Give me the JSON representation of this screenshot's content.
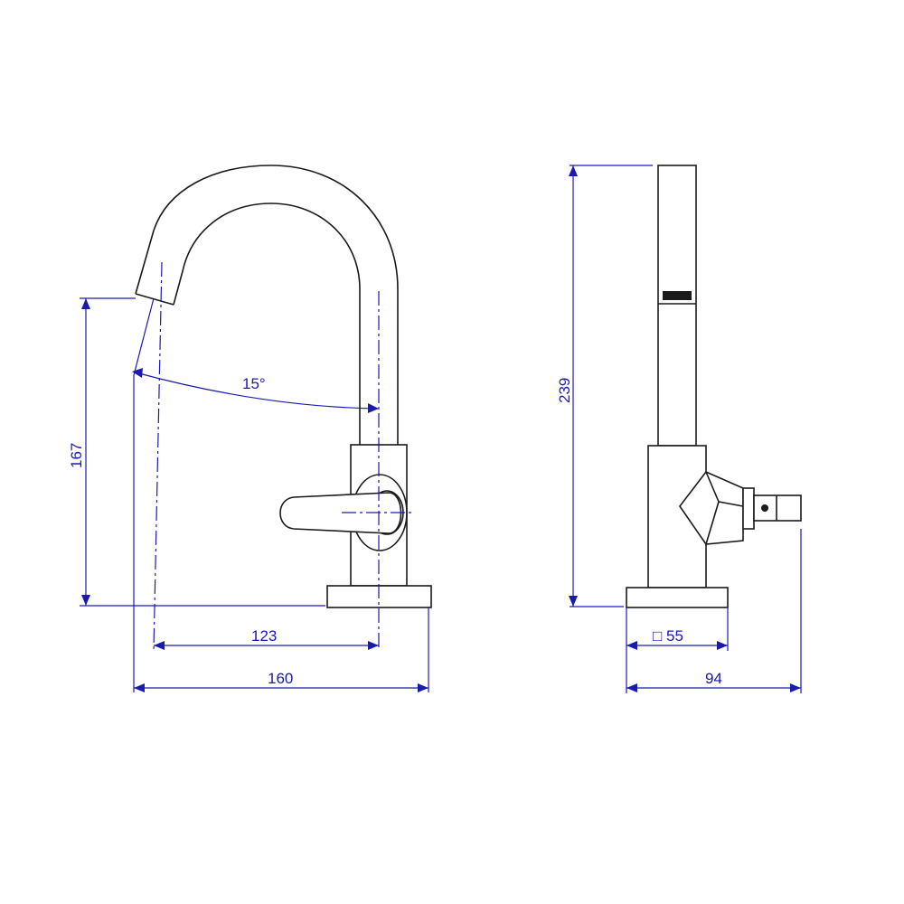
{
  "front_view": {
    "angle_label": "15°",
    "height_label": "167",
    "reach_label": "123",
    "width_label": "160"
  },
  "side_view": {
    "height_label": "239",
    "base_label": "□ 55",
    "depth_label": "94"
  }
}
